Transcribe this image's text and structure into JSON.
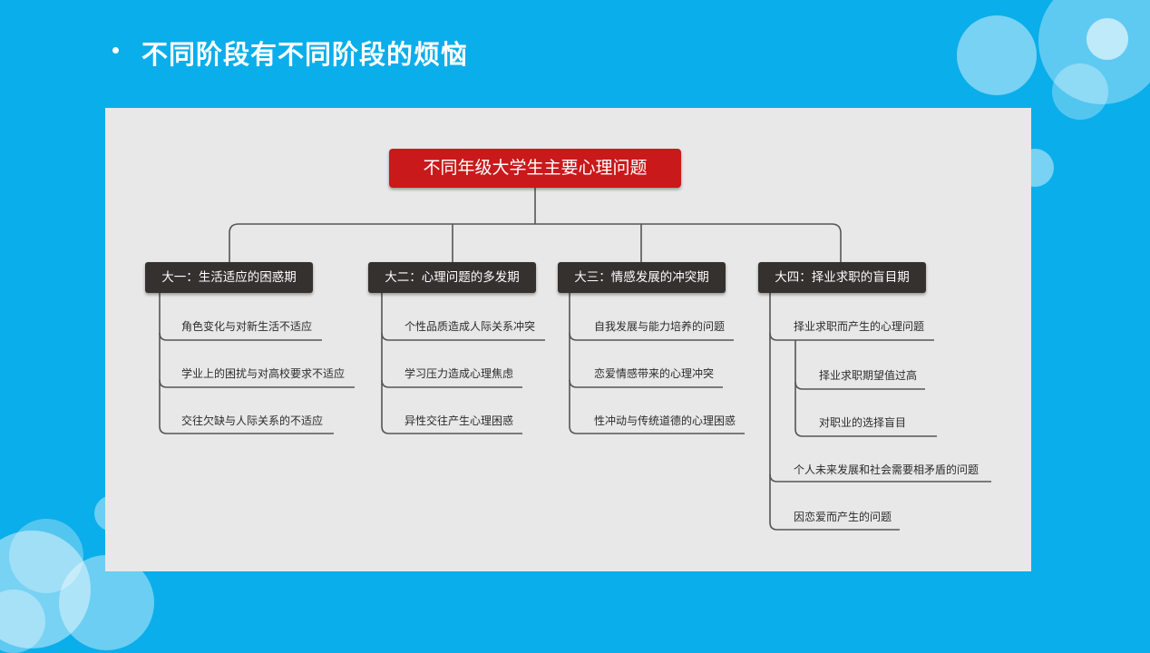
{
  "slide": {
    "title": "不同阶段有不同阶段的烦恼",
    "background_color": "#0aaeea"
  },
  "diagram": {
    "root": "不同年级大学生主要心理问题",
    "categories": [
      {
        "label": "大一：生活适应的困惑期",
        "items": [
          "角色变化与对新生活不适应",
          "学业上的困扰与对高校要求不适应",
          "交往欠缺与人际关系的不适应"
        ]
      },
      {
        "label": "大二：心理问题的多发期",
        "items": [
          "个性品质造成人际关系冲突",
          "学习压力造成心理焦虑",
          "异性交往产生心理困惑"
        ]
      },
      {
        "label": "大三：情感发展的冲突期",
        "items": [
          "自我发展与能力培养的问题",
          "恋爱情感带来的心理冲突",
          "性冲动与传统道德的心理困惑"
        ]
      },
      {
        "label": "大四：择业求职的盲目期",
        "items": [
          "择业求职而产生的心理问题",
          "个人未来发展和社会需要相矛盾的问题",
          "因恋爱而产生的问题"
        ],
        "subitems": [
          "择业求职期望值过高",
          "对职业的选择盲目"
        ]
      }
    ],
    "colors": {
      "root": "#c9191b",
      "category": "#34312e",
      "line": "#555555",
      "panel": "#e8e8e8"
    }
  }
}
